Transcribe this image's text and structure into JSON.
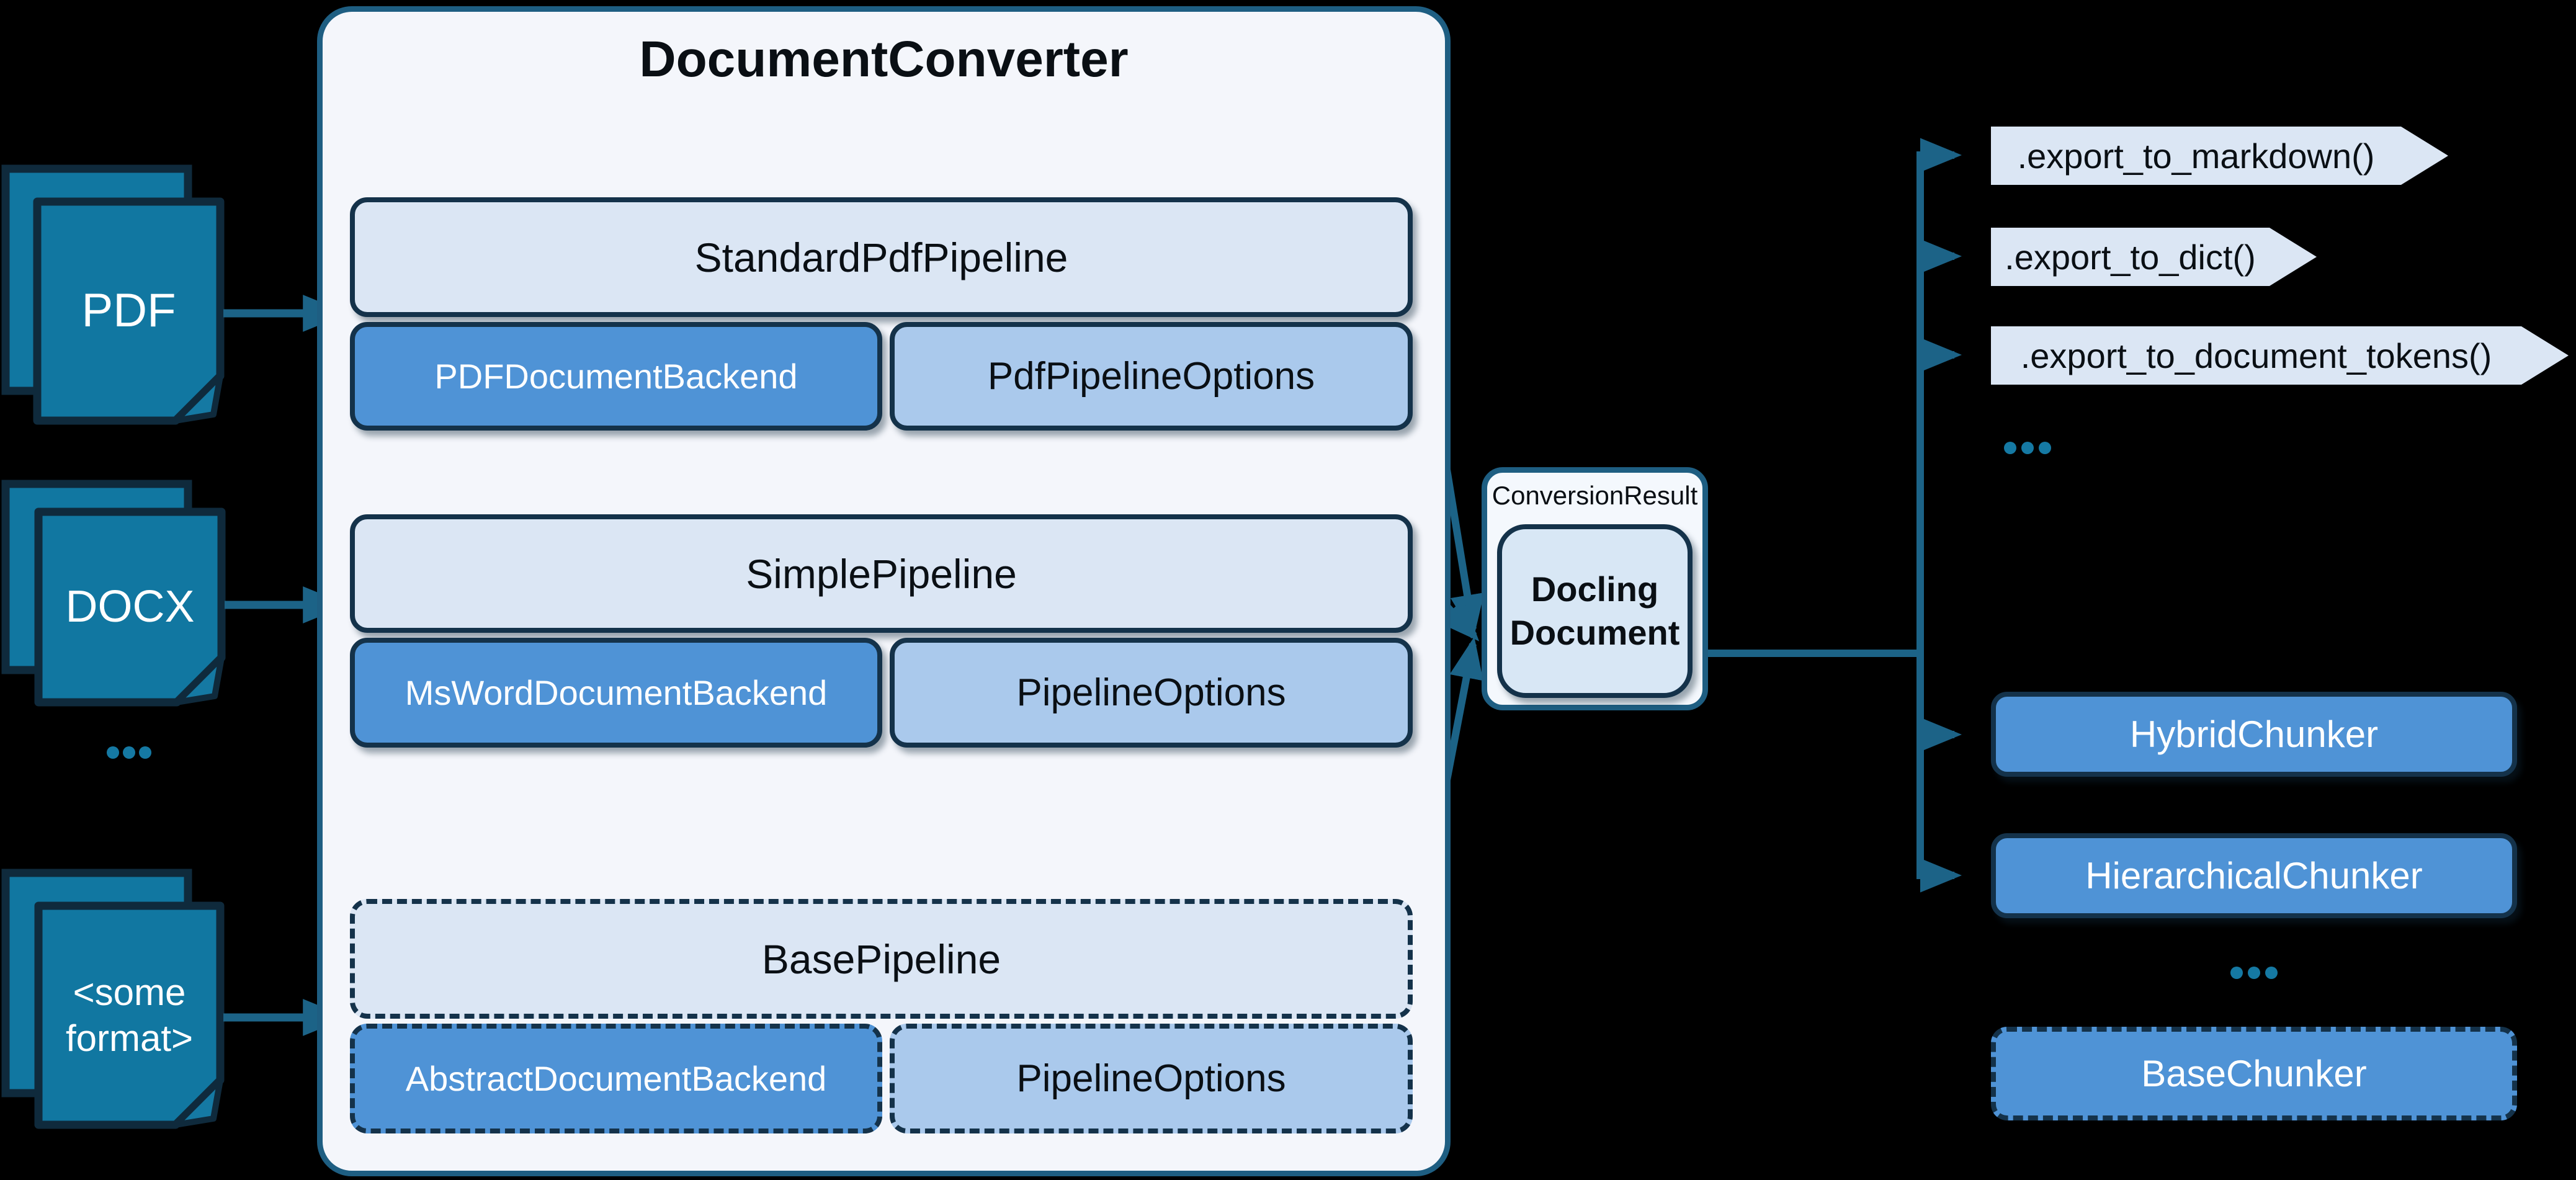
{
  "colors": {
    "background": "#000000",
    "container_fill": "#f4f6fb",
    "container_border": "#1e5e82",
    "light_box": "#dbe6f4",
    "mid_blue_box": "#4f93d6",
    "pale_blue_box": "#aac9ec",
    "dark_border": "#14324a",
    "document_icon_fill": "#1177a1",
    "document_icon_border": "#0f2a3c",
    "arrow": "#1c6387"
  },
  "inputs": [
    {
      "name": "pdf",
      "line1": "PDF",
      "line2": ""
    },
    {
      "name": "docx",
      "line1": "DOCX",
      "line2": ""
    },
    {
      "name": "some-format",
      "line1": "<some",
      "line2": "format>"
    }
  ],
  "inputs_ellipsis": "...",
  "converter": {
    "title": "DocumentConverter",
    "pipelines": [
      {
        "name": "StandardPdfPipeline",
        "backend": "PDFDocumentBackend",
        "options": "PdfPipelineOptions",
        "dashed": false
      },
      {
        "name": "SimplePipeline",
        "backend": "MsWordDocumentBackend",
        "options": "PipelineOptions",
        "dashed": false
      },
      {
        "name": "BasePipeline",
        "backend": "AbstractDocumentBackend",
        "options": "PipelineOptions",
        "dashed": true
      }
    ],
    "ellipsis": "..."
  },
  "conversion_result": {
    "label": "ConversionResult",
    "doc_line1": "Docling",
    "doc_line2": "Document"
  },
  "exports": [
    ".export_to_markdown()",
    ".export_to_dict()",
    ".export_to_document_tokens()"
  ],
  "exports_ellipsis": "...",
  "chunkers": [
    {
      "label": "HybridChunker",
      "dashed": false
    },
    {
      "label": "HierarchicalChunker",
      "dashed": false
    },
    {
      "label": "BaseChunker",
      "dashed": true
    }
  ],
  "chunkers_ellipsis": "..."
}
